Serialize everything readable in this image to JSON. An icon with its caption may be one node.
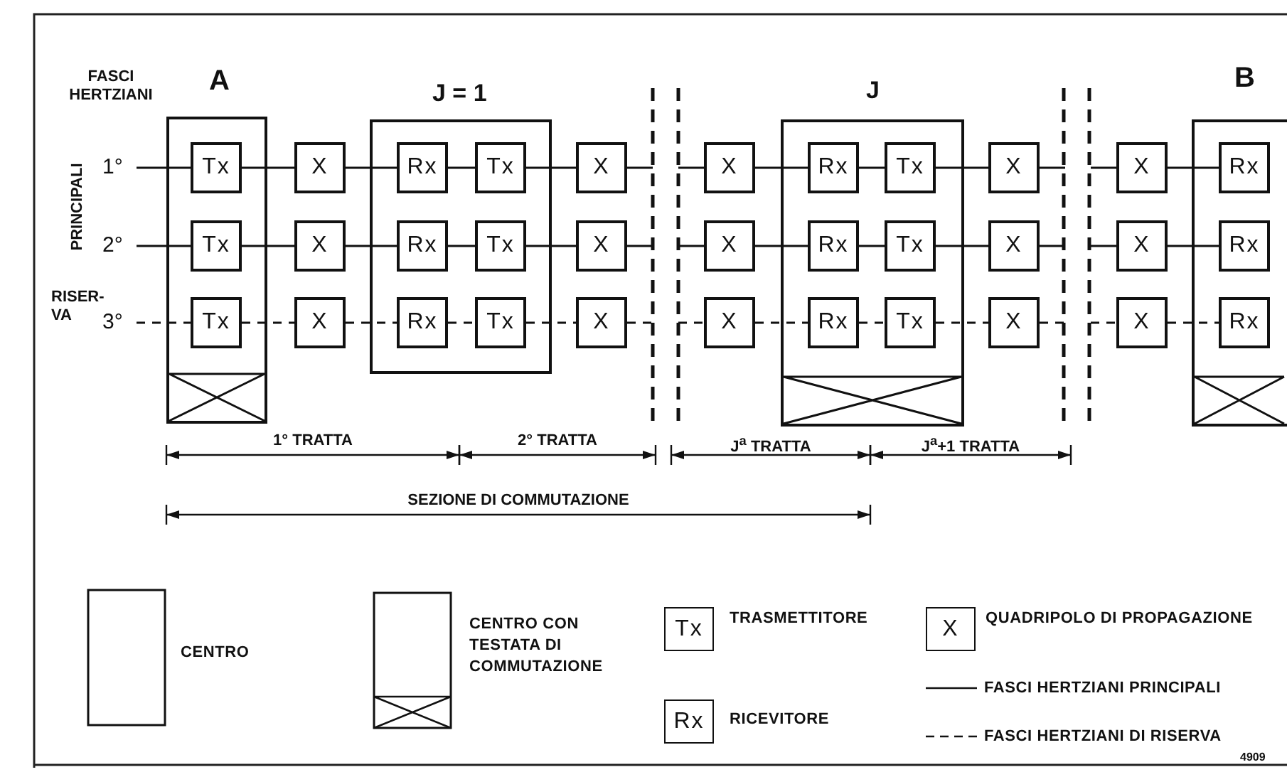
{
  "diagram": {
    "nodes": [
      {
        "text": [
          "1°"
        ]
      },
      {
        "text": [
          "2°"
        ]
      },
      {
        "text": [
          "3°"
        ]
      },
      {
        "text": [
          "A"
        ]
      },
      {
        "text": [
          "Tx"
        ],
        "in": 3
      },
      {
        "text": [
          "Tx"
        ],
        "in": 3
      },
      {
        "text": [
          "Tx"
        ],
        "in": 3
      },
      {
        "text": [
          "X"
        ]
      },
      {
        "text": [
          "X"
        ]
      },
      {
        "text": [
          "X"
        ]
      },
      {
        "text": [
          "J = 1"
        ]
      },
      {
        "text": [
          "Rx"
        ],
        "in": 10
      },
      {
        "text": [
          "Tx"
        ],
        "in": 10
      },
      {
        "text": [
          "Rx"
        ],
        "in": 10
      },
      {
        "text": [
          "Tx"
        ],
        "in": 10
      },
      {
        "text": [
          "Rx"
        ],
        "in": 10
      },
      {
        "text": [
          "Tx"
        ],
        "in": 10
      },
      {
        "text": [
          "X"
        ]
      },
      {
        "text": [
          "X"
        ]
      },
      {
        "text": [
          "X"
        ]
      },
      {
        "text": [
          "X"
        ]
      },
      {
        "text": [
          "X"
        ]
      },
      {
        "text": [
          "X"
        ]
      },
      {
        "text": [
          "J"
        ]
      },
      {
        "text": [
          "Rx"
        ],
        "in": 23
      },
      {
        "text": [
          "Tx"
        ],
        "in": 23
      },
      {
        "text": [
          "Rx"
        ],
        "in": 23
      },
      {
        "text": [
          "Tx"
        ],
        "in": 23
      },
      {
        "text": [
          "Rx"
        ],
        "in": 23
      },
      {
        "text": [
          "Tx"
        ],
        "in": 23
      },
      {
        "text": [
          "X"
        ]
      },
      {
        "text": [
          "X"
        ]
      },
      {
        "text": [
          "X"
        ]
      },
      {
        "text": [
          "X"
        ]
      },
      {
        "text": [
          "X"
        ]
      },
      {
        "text": [
          "X"
        ]
      },
      {
        "text": [
          "B"
        ]
      },
      {
        "text": [
          "Rx"
        ],
        "in": 36
      },
      {
        "text": [
          "Rx"
        ],
        "in": 36
      },
      {
        "text": [
          "Rx"
        ],
        "in": 36
      }
    ],
    "edges": [
      {
        "from": 0,
        "to": 4,
        "arrow": "none"
      },
      {
        "from": 4,
        "to": 7,
        "arrow": "none"
      },
      {
        "from": 7,
        "to": 11,
        "arrow": "none"
      },
      {
        "from": 11,
        "to": 12,
        "arrow": "none"
      },
      {
        "from": 12,
        "to": 17,
        "arrow": "none"
      },
      {
        "from": 17,
        "to": null,
        "arrow": "none"
      },
      {
        "from": null,
        "to": 20,
        "arrow": "none"
      },
      {
        "from": 20,
        "to": 24,
        "arrow": "none"
      },
      {
        "from": 24,
        "to": 25,
        "arrow": "none"
      },
      {
        "from": 25,
        "to": 30,
        "arrow": "none"
      },
      {
        "from": 30,
        "to": null,
        "arrow": "none"
      },
      {
        "from": null,
        "to": 33,
        "arrow": "none"
      },
      {
        "from": 33,
        "to": 37,
        "arrow": "none"
      },
      {
        "from": 1,
        "to": 5,
        "arrow": "none"
      },
      {
        "from": 5,
        "to": 8,
        "arrow": "none"
      },
      {
        "from": 8,
        "to": 13,
        "arrow": "none"
      },
      {
        "from": 13,
        "to": 14,
        "arrow": "none"
      },
      {
        "from": 14,
        "to": 18,
        "arrow": "none"
      },
      {
        "from": 18,
        "to": null,
        "arrow": "none"
      },
      {
        "from": null,
        "to": 21,
        "arrow": "none"
      },
      {
        "from": 21,
        "to": 26,
        "arrow": "none"
      },
      {
        "from": 26,
        "to": 27,
        "arrow": "none"
      },
      {
        "from": 27,
        "to": 31,
        "arrow": "none"
      },
      {
        "from": 31,
        "to": null,
        "arrow": "none"
      },
      {
        "from": null,
        "to": 34,
        "arrow": "none"
      },
      {
        "from": 34,
        "to": 38,
        "arrow": "none"
      },
      {
        "from": 2,
        "to": 6,
        "arrow": "none",
        "style": "dashed"
      },
      {
        "from": 6,
        "to": 9,
        "arrow": "none",
        "style": "dashed"
      },
      {
        "from": 9,
        "to": 15,
        "arrow": "none",
        "style": "dashed"
      },
      {
        "from": 15,
        "to": 16,
        "arrow": "none",
        "style": "dashed"
      },
      {
        "from": 16,
        "to": 19,
        "arrow": "none",
        "style": "dashed"
      },
      {
        "from": 19,
        "to": null,
        "arrow": "none",
        "style": "dashed"
      },
      {
        "from": null,
        "to": 22,
        "arrow": "none",
        "style": "dashed"
      },
      {
        "from": 22,
        "to": 28,
        "arrow": "none",
        "style": "dashed"
      },
      {
        "from": 28,
        "to": 29,
        "arrow": "none",
        "style": "dashed"
      },
      {
        "from": 29,
        "to": 32,
        "arrow": "none",
        "style": "dashed"
      },
      {
        "from": 32,
        "to": null,
        "arrow": "none",
        "style": "dashed"
      },
      {
        "from": null,
        "to": 35,
        "arrow": "none",
        "style": "dashed"
      },
      {
        "from": 35,
        "to": 39,
        "arrow": "none",
        "style": "dashed"
      }
    ],
    "labels": [
      "FASCI HERTZIANI",
      "PRINCIPALI",
      "RISER- VA",
      "1° TRATTA",
      "2° TRATTA",
      "J$^{a}$ TRATTA",
      "J$^{a}$+1 TRATTA",
      "SEZIONE DI COMMUTAZIONE",
      "Tx",
      "X",
      "Rx",
      "4909"
    ],
    "legend": [
      {
        "text": "CENTRO"
      },
      {
        "text": "CENTRO CON TESTATA DI COMMUTAZIONE"
      },
      {
        "text": "TRASMETTITORE"
      },
      {
        "text": "QUADRIPOLO DI PROPAGAZIONE"
      },
      {
        "text": "RICEVITORE"
      },
      {
        "text": "FASCI HERTZIANI PRINCIPALI"
      },
      {
        "text": "FASCI HERTZIANI DI RISERVA"
      }
    ]
  }
}
